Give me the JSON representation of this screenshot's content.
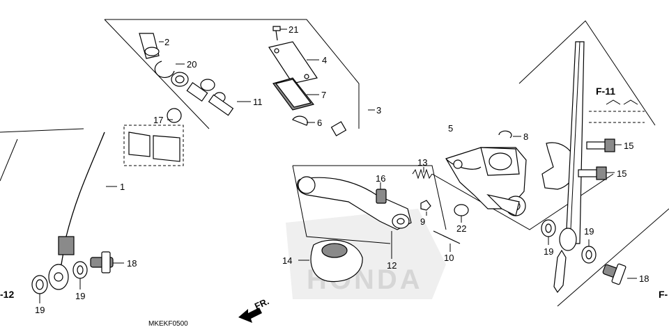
{
  "diagram_code": "MKEKF0500",
  "direction_label": "FR.",
  "watermark": "HONDA",
  "refs": {
    "left_cut": "-12",
    "right_cut": "F-",
    "top_ref": "F-11"
  },
  "callouts": {
    "c1": "1",
    "c2": "2",
    "c3": "3",
    "c4": "4",
    "c5": "5",
    "c6": "6",
    "c7": "7",
    "c8": "8",
    "c9": "9",
    "c10": "10",
    "c11": "11",
    "c12": "12",
    "c13": "13",
    "c14": "14",
    "c15a": "15",
    "c15b": "15",
    "c16": "16",
    "c17": "17",
    "c18a": "18",
    "c18b": "18",
    "c19a": "19",
    "c19b": "19",
    "c19c": "19",
    "c19d": "19",
    "c20": "20",
    "c21": "21",
    "c22": "22"
  },
  "colors": {
    "line": "#000000",
    "shade": "#8a8a8a",
    "watermark": "#d6d6d6"
  }
}
